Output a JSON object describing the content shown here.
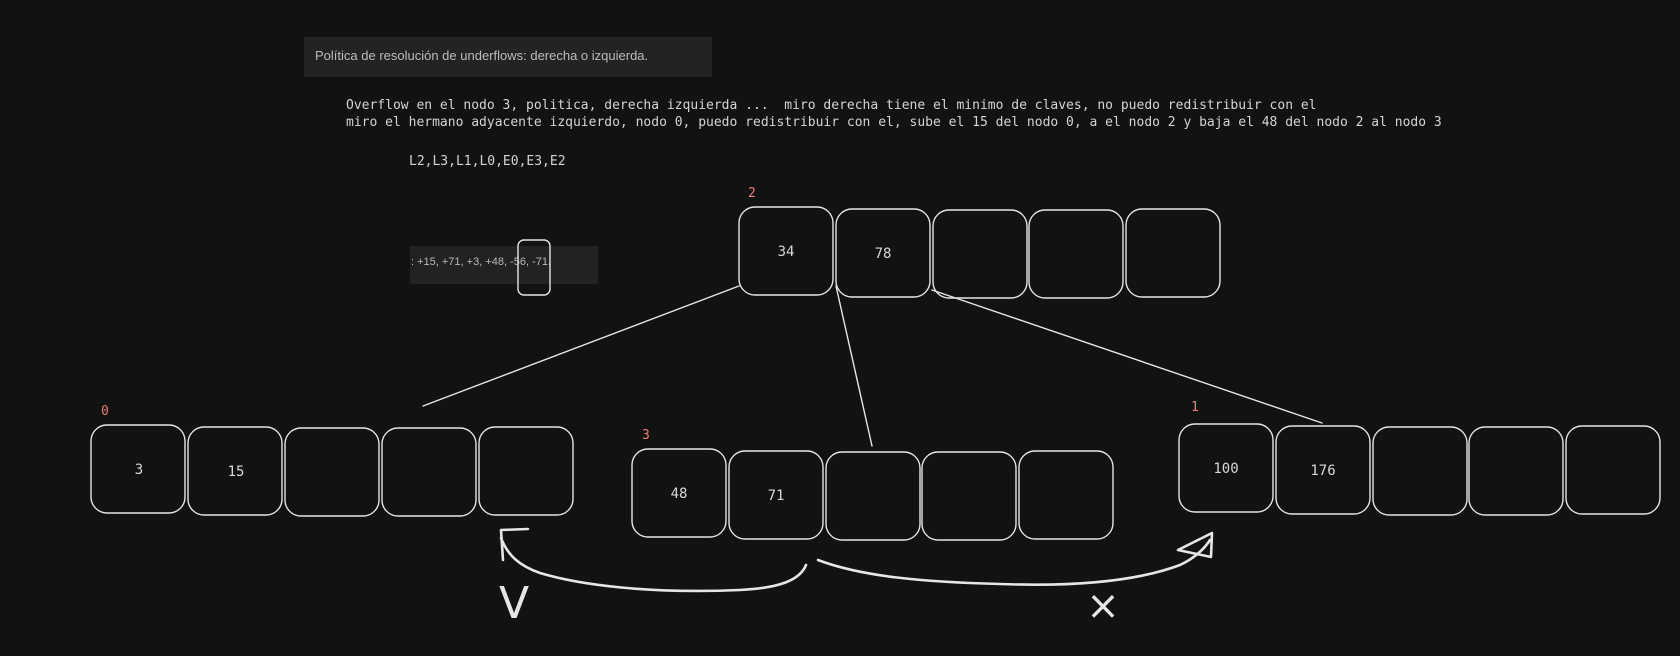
{
  "notes": {
    "policy": "Política de resolución de underflows: derecha o izquierda.",
    "explain_line1": "Overflow en el nodo 3, politica, derecha izquierda ...  miro derecha tiene el minimo de claves, no puedo redistribuir con el",
    "explain_line2": "miro el hermano adyacente izquierdo, nodo 0, puedo redistribuir con el, sube el 15 del nodo 0, a el nodo 2 y baja el 48 del nodo 2 al nodo 3",
    "sequence": "L2,L3,L1,L0,E0,E3,E2",
    "operations": ": +15, +71, +3, +48, -56, -71."
  },
  "nodes": {
    "n2": {
      "id": "2",
      "keys": [
        "34",
        "78",
        "",
        "",
        ""
      ]
    },
    "n0": {
      "id": "0",
      "keys": [
        "3",
        "15",
        "",
        "",
        ""
      ]
    },
    "n3": {
      "id": "3",
      "keys": [
        "48",
        "71",
        "",
        "",
        ""
      ]
    },
    "n1": {
      "id": "1",
      "keys": [
        "100",
        "176",
        "",
        "",
        ""
      ]
    }
  },
  "marks": {
    "check": "V",
    "cross": "×"
  },
  "colors": {
    "background": "#121212",
    "stroke": "#e6e6e6",
    "node_id": "#f07a72",
    "text": "#d6d6d6"
  }
}
